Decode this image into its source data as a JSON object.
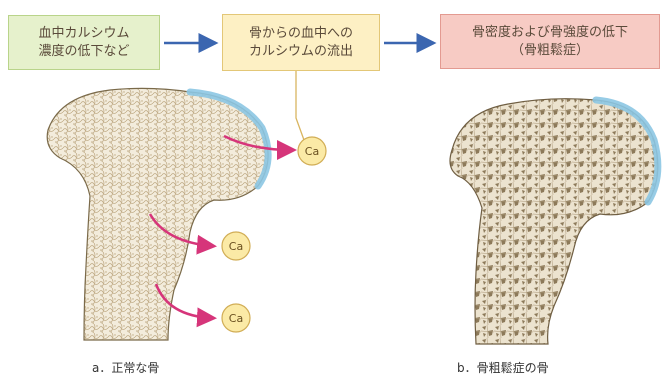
{
  "boxes": {
    "blood_calcium": {
      "line1": "血中カルシウム",
      "line2": "濃度の低下など"
    },
    "calcium_outflow": {
      "line1": "骨からの血中への",
      "line2": "カルシウムの流出"
    },
    "density_decrease": {
      "line1": "骨密度および骨強度の低下",
      "line2": "（骨粗鬆症）"
    }
  },
  "calcium_label": "Ca",
  "captions": {
    "normal": "a．正常な骨",
    "osteoporosis": "b．骨粗鬆症の骨"
  },
  "colors": {
    "arrow_blue": "#3b66b0",
    "pink_arrow": "#d6357a",
    "cartilage_blue": "#8cc7e3",
    "bone_fill": "#f3ecdc",
    "bone_pattern": "#bda882",
    "osteo_pattern": "#8d7a5a",
    "ca_circle": "#fbeaa6"
  }
}
